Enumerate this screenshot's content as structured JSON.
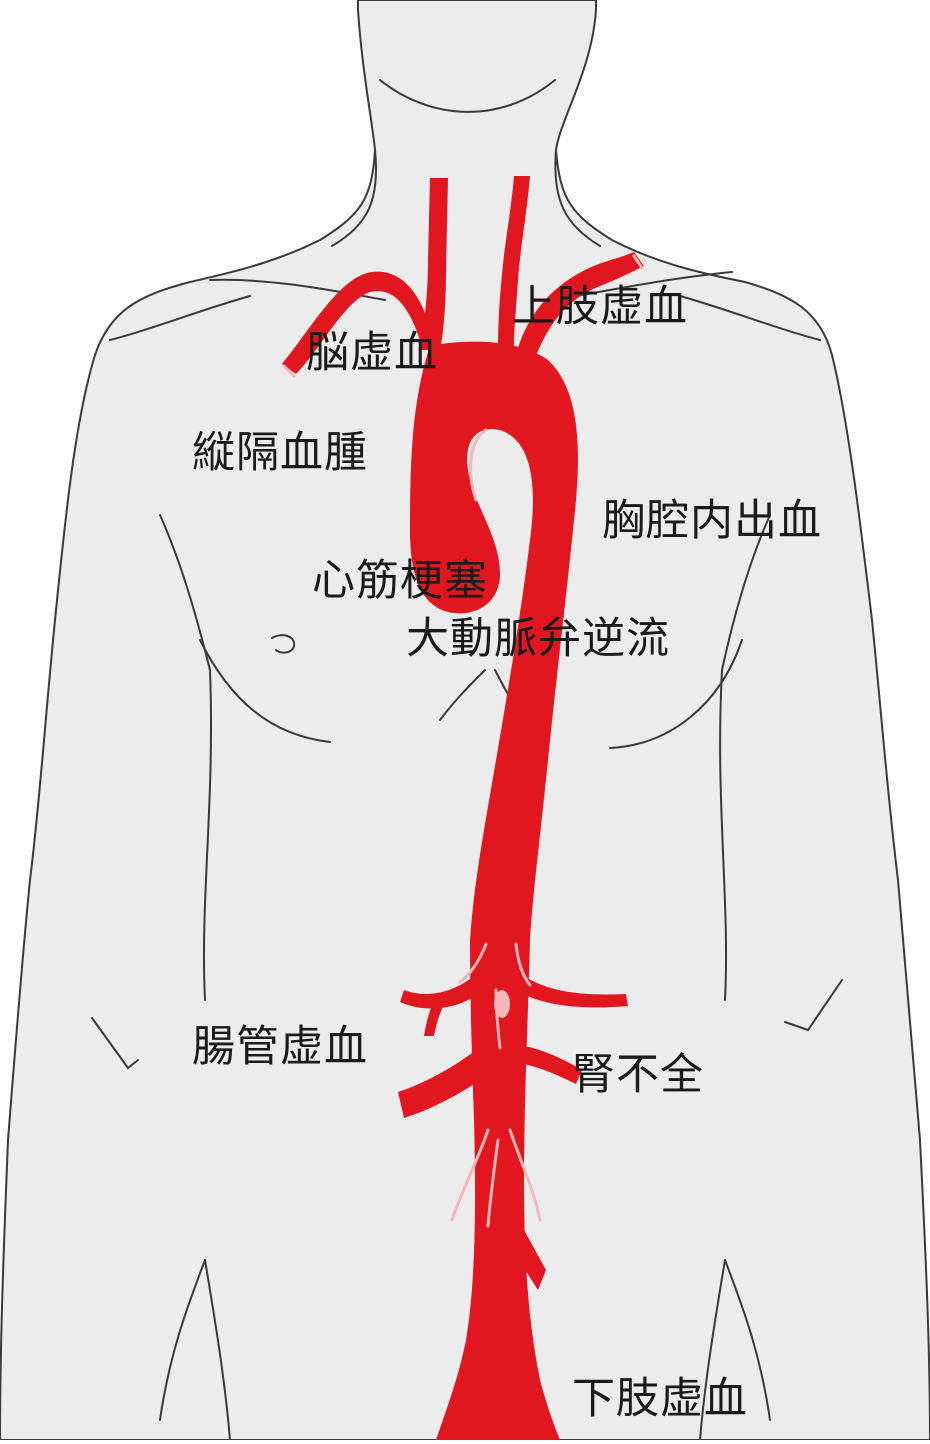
{
  "colors": {
    "body_fill": "#ececec",
    "body_outline": "#3a3a3a",
    "aorta": "#e2161f",
    "aorta_highlight": "#f7b7ba",
    "label_text": "#1a1a1a"
  },
  "labels": {
    "upper_limb_ischemia": "上肢虚血",
    "brain_ischemia": "脳虚血",
    "mediastinal_hematoma": "縦隔血腫",
    "thoracic_hemorrhage": "胸腔内出血",
    "myocardial_infarction": "心筋梗塞",
    "aortic_regurgitation": "大動脈弁逆流",
    "intestinal_ischemia": "腸管虚血",
    "renal_failure": "腎不全",
    "lower_limb_ischemia": "下肢虚血"
  }
}
